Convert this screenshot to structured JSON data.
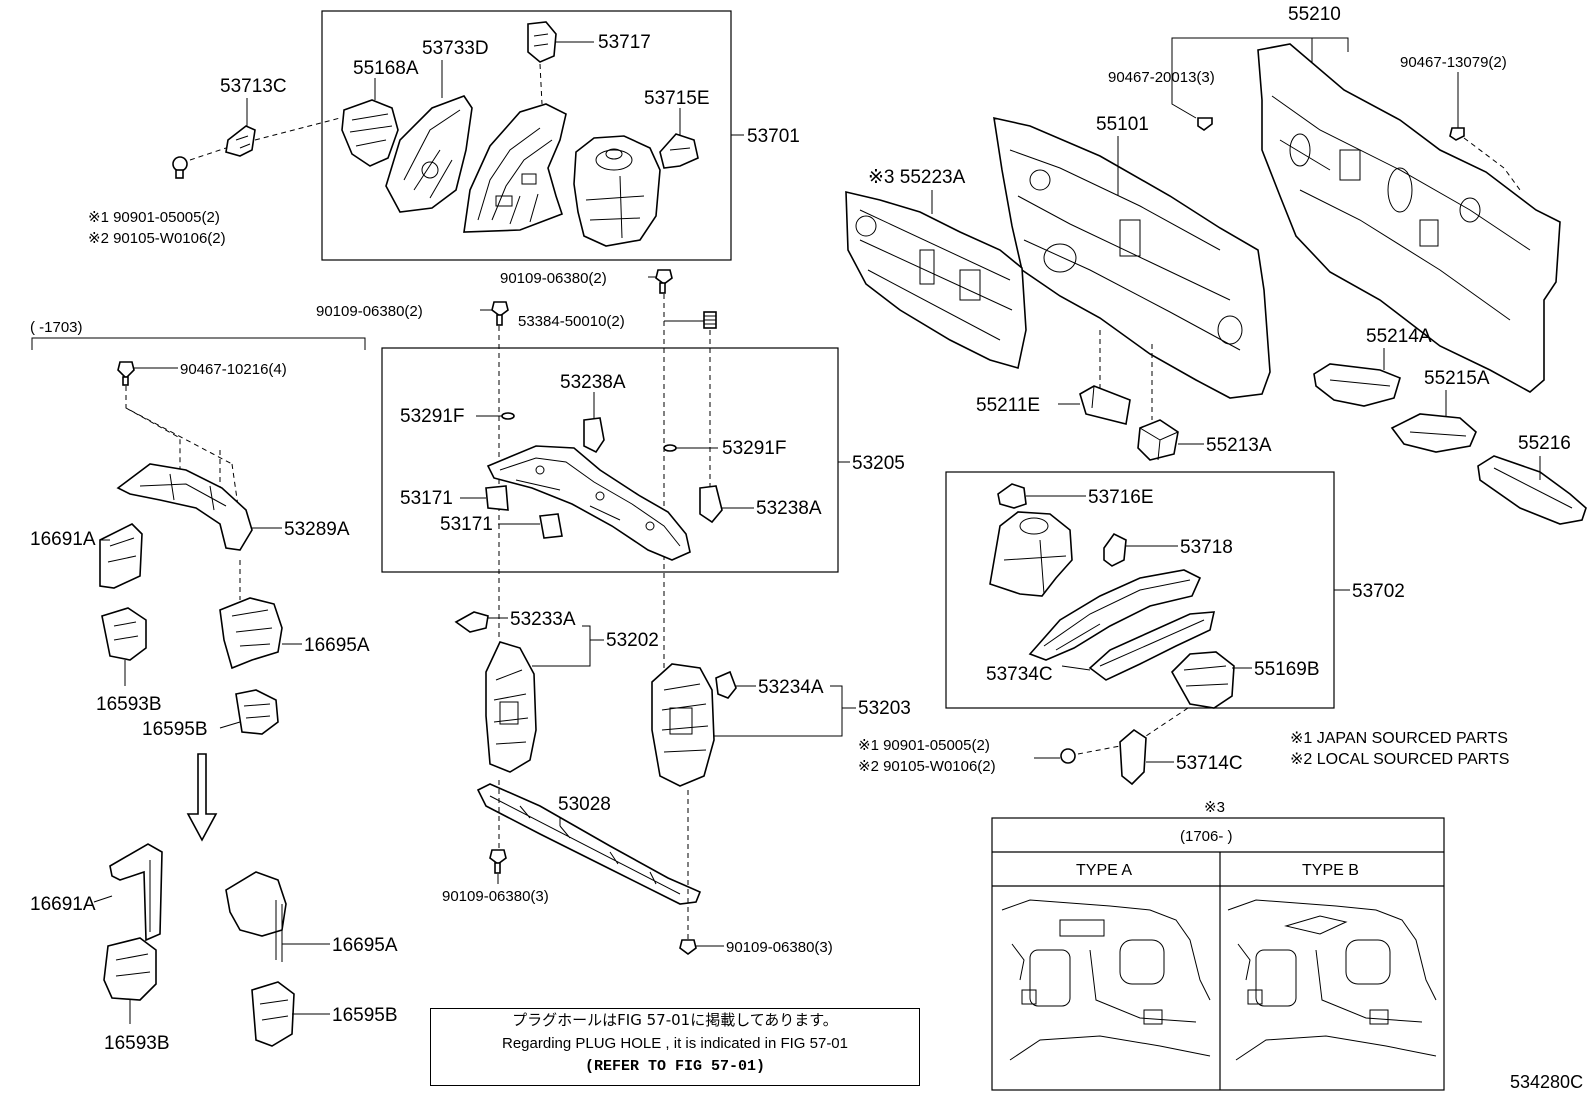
{
  "labels": {
    "p53713C": "53713C",
    "p55168A": "55168A",
    "p53733D": "53733D",
    "p53717": "53717",
    "p53715E": "53715E",
    "p53701": "53701",
    "fastener_top_left_1": "※1 90901-05005(2)",
    "fastener_top_left_2": "※2 90105-W0106(2)",
    "p90109_a": "90109-06380(2)",
    "p90109_b": "90109-06380(2)",
    "p53384": "53384-50010(2)",
    "range_left": "(      -1703)",
    "p90467_10216": "90467-10216(4)",
    "p53238A_1": "53238A",
    "p53291F_1": "53291F",
    "p53291F_2": "53291F",
    "p53205": "53205",
    "p53171_1": "53171",
    "p53171_2": "53171",
    "p53238A_2": "53238A",
    "p16691A_1": "16691A",
    "p53289A": "53289A",
    "p16695A_1": "16695A",
    "p16593B_1": "16593B",
    "p16595B_1": "16595B",
    "p53233A": "53233A",
    "p53202": "53202",
    "p53234A": "53234A",
    "p53203": "53203",
    "p53028": "53028",
    "p90109_c": "90109-06380(3)",
    "p90109_d": "90109-06380(3)",
    "p16691A_2": "16691A",
    "p16695A_2": "16695A",
    "p16593B_2": "16593B",
    "p16595B_2": "16595B",
    "p55210": "55210",
    "p90467_20013": "90467-20013(3)",
    "p90467_13079": "90467-13079(2)",
    "p55101": "55101",
    "p55223A": "※3 55223A",
    "p55211E": "55211E",
    "p55213A": "55213A",
    "p55214A": "55214A",
    "p55215A": "55215A",
    "p55216": "55216",
    "p53716E": "53716E",
    "p53718": "53718",
    "p53702": "53702",
    "p53734C": "53734C",
    "p55169B": "55169B",
    "fastener_mid_right_1": "※1 90901-05005(2)",
    "fastener_mid_right_2": "※2 90105-W0106(2)",
    "p53714C": "53714C",
    "legend_1": "※1  JAPAN SOURCED PARTS",
    "legend_2": "※2  LOCAL SOURCED PARTS",
    "inset_mark": "※3",
    "inset_range": "(1706-     )",
    "type_a": "TYPE A",
    "type_b": "TYPE B"
  },
  "note": {
    "japanese": "プラグホールはFIG 57-01に掲載してあります。",
    "english": "Regarding  PLUG  HOLE , it is indicated in FIG  57-01",
    "reference": "(REFER TO FIG 57-01)"
  },
  "catalog_number": "534280C"
}
